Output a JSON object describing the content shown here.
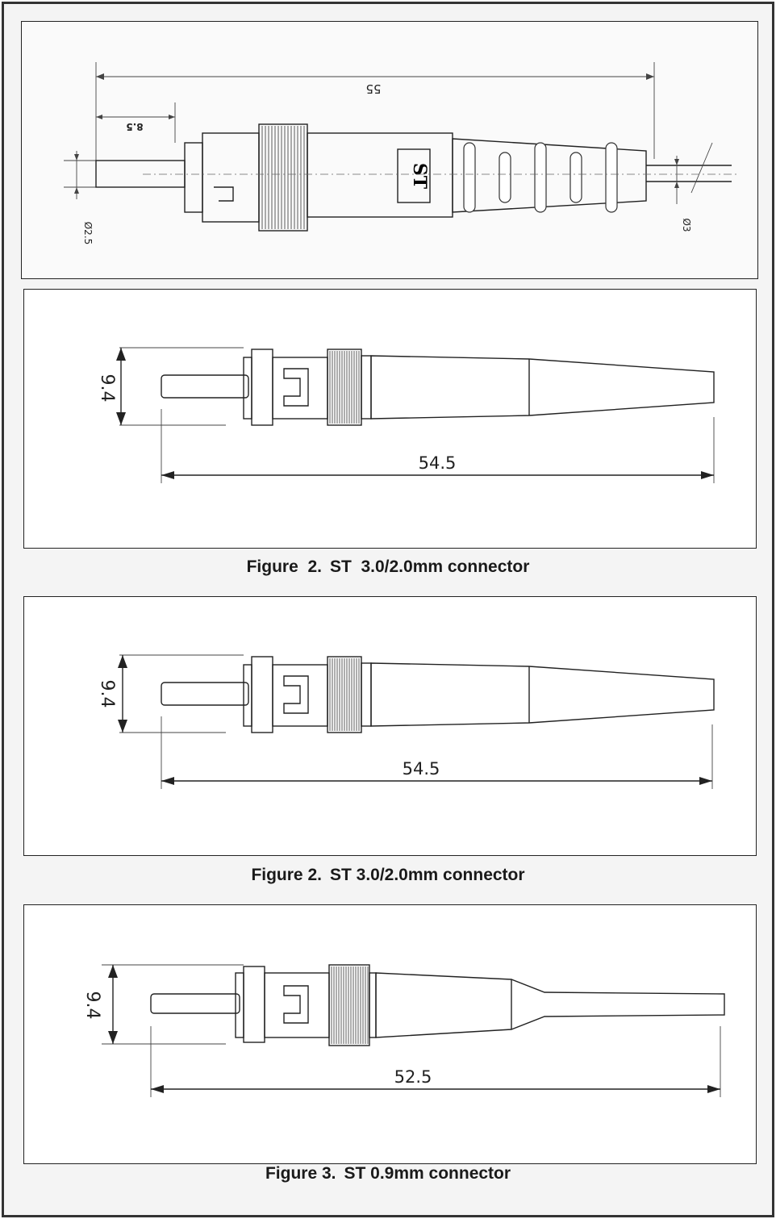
{
  "figure1": {
    "dim_overall": "55",
    "dim_ferrule": "8.5",
    "dim_diameter_left": "Ø2.5",
    "dim_diameter_right": "Ø3",
    "body_label": "ST"
  },
  "figure2a": {
    "dim_height": "9.4",
    "dim_length": "54.5",
    "caption_figure": "Figure  2.",
    "caption_text": "ST  3.0/2.0mm connector"
  },
  "figure2b": {
    "dim_height": "9.4",
    "dim_length": "54.5",
    "caption_figure": "Figure 2.",
    "caption_text": "ST 3.0/2.0mm connector"
  },
  "figure3": {
    "dim_height": "9.4",
    "dim_length": "52.5",
    "caption_figure": "Figure 3.",
    "caption_text": "ST 0.9mm connector"
  },
  "colors": {
    "frame": "#333333",
    "line": "#222222",
    "photo_bg": "#fafafa"
  }
}
